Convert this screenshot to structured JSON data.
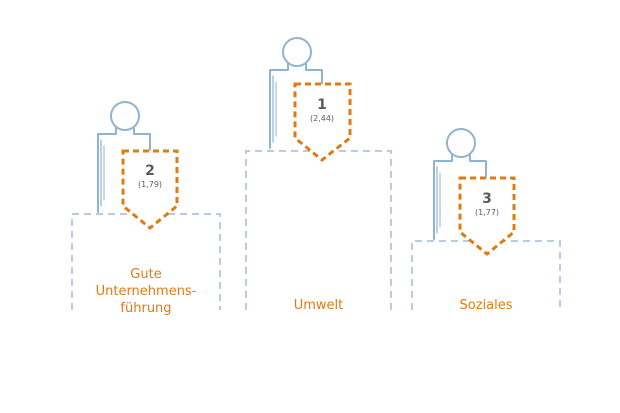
{
  "colors": {
    "figure": "#8fb3d3",
    "badge": "#e07b12",
    "podium": "#b9cbe0",
    "label": "#e07b12",
    "rank_text": "#5a5a5a"
  },
  "podiums": [
    {
      "position": "left",
      "rank": "2",
      "score": "(1,79)",
      "label": "Gute Unternehmens-führung",
      "label_lines": [
        "Gute",
        "Unternehmens-",
        "führung"
      ]
    },
    {
      "position": "center",
      "rank": "1",
      "score": "(2,44)",
      "label": "Umwelt",
      "label_lines": [
        "Umwelt"
      ]
    },
    {
      "position": "right",
      "rank": "3",
      "score": "(1,77)",
      "label": "Soziales",
      "label_lines": [
        "Soziales"
      ]
    }
  ]
}
